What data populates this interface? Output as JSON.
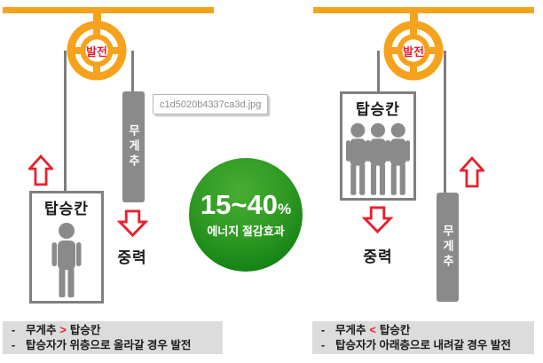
{
  "colors": {
    "orange": "#F6A21D",
    "red": "#E8212E",
    "gray": "#8A8A8A",
    "green_light": "#47AC33",
    "green_dark": "#0E7E12",
    "note_bg": "#DCDCDC"
  },
  "tooltip": {
    "filename": "c1d5020b4337ca3d.jpg"
  },
  "badge": {
    "range": "15~40",
    "unit": "%",
    "caption": "에너지 절감효과"
  },
  "left": {
    "pulley_label": "발전",
    "weight_label": "무게추",
    "car_label": "탑승칸",
    "gravity_label": "중력",
    "note": {
      "bullet": "-",
      "line1_pre": "무게추",
      "line1_cmp": ">",
      "line1_post": "탑승칸",
      "line2": "탑승자가 위층으로 올라갈 경우 발전"
    }
  },
  "right": {
    "pulley_label": "발전",
    "weight_label": "무게추",
    "car_label": "탑승칸",
    "gravity_label": "중력",
    "note": {
      "bullet": "-",
      "line1_pre": "무게추",
      "line1_cmp": "<",
      "line1_post": "탑승칸",
      "line2": "탑승자가 아래층으로 내려갈 경우 발전"
    }
  }
}
